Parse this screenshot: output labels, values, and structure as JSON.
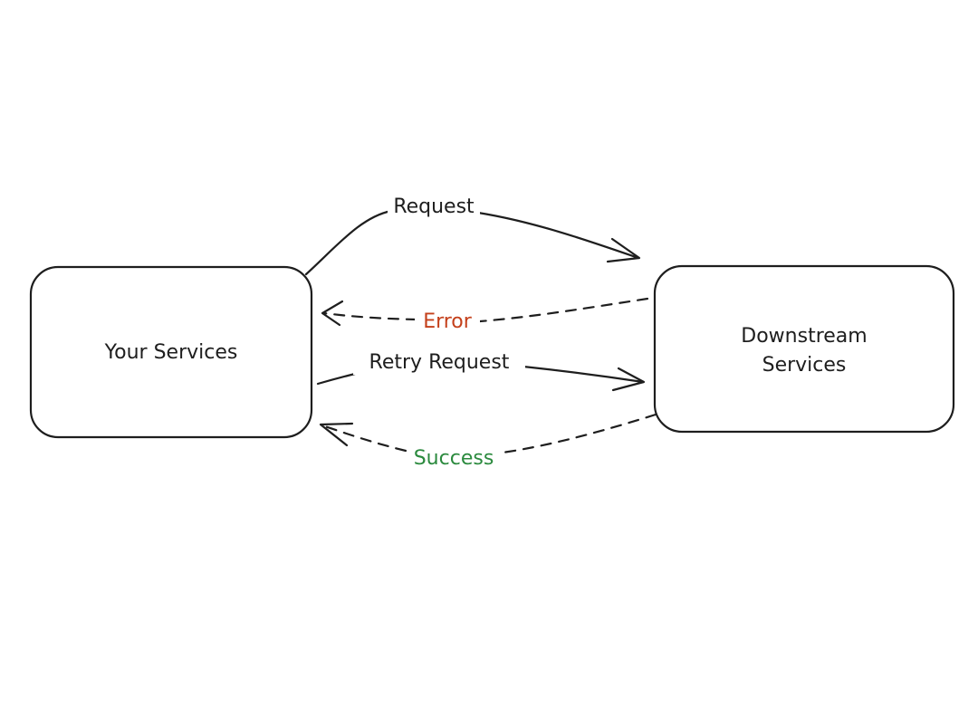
{
  "nodes": {
    "your_services": {
      "label": "Your Services"
    },
    "downstream": {
      "line1": "Downstream",
      "line2": "Services"
    }
  },
  "edges": {
    "request": {
      "label": "Request",
      "style": "solid",
      "color": "#1e1e1e"
    },
    "error": {
      "label": "Error",
      "style": "dashed",
      "color": "#c4401b"
    },
    "retry": {
      "label": "Retry Request",
      "style": "solid",
      "color": "#1e1e1e"
    },
    "success": {
      "label": "Success",
      "style": "dashed",
      "color": "#2b8a3e"
    }
  }
}
